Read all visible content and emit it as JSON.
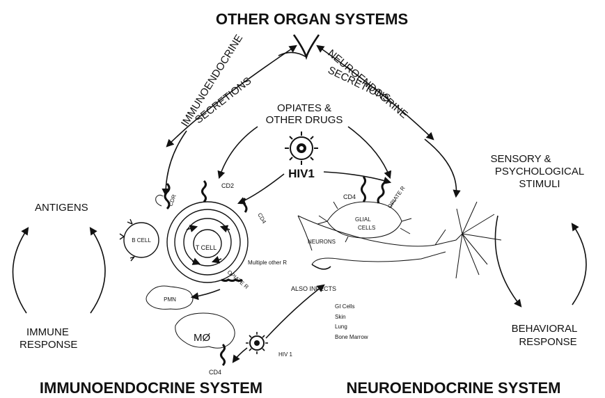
{
  "title": "OTHER ORGAN SYSTEMS",
  "bottom_labels": {
    "left": "IMMUNOENDOCRINE SYSTEM",
    "right": "NEUROENDOCRINE SYSTEM"
  },
  "side_labels": {
    "immunoendocrine_1": "IMMUNOENDOCRINE",
    "immunoendocrine_2": "SECRETIONS",
    "neuroendocrine_1": "NEUROENDOCRINE",
    "neuroendocrine_2": "SECRETIONS"
  },
  "drugs": {
    "line1": "OPIATES &",
    "line2": "OTHER DRUGS"
  },
  "virus": {
    "main": "HIV1",
    "small": "HIV 1"
  },
  "left_cycle": {
    "top": "ANTIGENS",
    "bottom_1": "IMMUNE",
    "bottom_2": "RESPONSE"
  },
  "right_cycle": {
    "top_1": "SENSORY &",
    "top_2": "PSYCHOLOGICAL",
    "top_3": "STIMULI",
    "bottom_1": "BEHAVIORAL",
    "bottom_2": "RESPONSE"
  },
  "cells": {
    "t_cell": "T CELL",
    "b_cell": "B CELL",
    "pmn": "PMN",
    "macrophage": "MØ",
    "neurons": "NEURONS",
    "glial_1": "GLIAL",
    "glial_2": "CELLS"
  },
  "receptors": {
    "cdr": "CDR",
    "cd2": "CD2",
    "cd4_tcell": "CD4",
    "cd4_glial": "CD4",
    "cd4_macrophage": "CD4",
    "opiate_r_glial": "OPIATE R",
    "opiate_r_tcell": "OPIATE R",
    "multiple_other_r": "Multiple other R"
  },
  "also_infects": {
    "heading": "ALSO INFECTS",
    "items": [
      "GI Cells",
      "Skin",
      "Lung",
      "Bone Marrow"
    ]
  }
}
